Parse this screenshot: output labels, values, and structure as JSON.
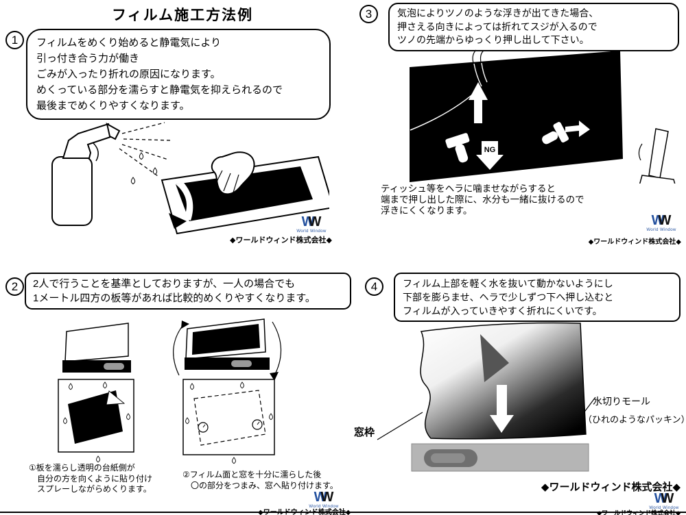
{
  "title": "フィルム施工方法例",
  "branding": {
    "logo_w": "W",
    "logo_subtext": "World Window",
    "company": "◆ワールドウィンド株式会社◆",
    "logo_blue": "#24519f",
    "ink": "#000000"
  },
  "steps": {
    "step1": {
      "number": "1",
      "bubble": [
        "フィルムをめくり始めると静電気により",
        "引っ付き合う力が働き",
        "ごみが入ったり折れの原因になります。",
        "めくっている部分を濡らすと静電気を抑えられるので",
        "最後までめくりやすくなります。"
      ]
    },
    "step2": {
      "number": "2",
      "bubble": [
        "2人で行うことを基準としておりますが、一人の場合でも",
        "1メートル四方の板等があれば比較的めくりやすくなります。"
      ],
      "caption_left": [
        "①板を濡らし透明の台紙側が",
        "　自分の方を向くように貼り付け",
        "　スプレーしながらめくります。"
      ],
      "caption_right": [
        "②フィルム面と窓を十分に濡らした後",
        "　〇の部分をつまみ、窓へ貼り付けます。"
      ]
    },
    "step3": {
      "number": "3",
      "bubble": [
        "気泡によりツノのような浮きが出てきた場合、",
        "押さえる向きによっては折れてスジが入るので",
        "ツノの先端からゆっくり押し出して下さい。"
      ],
      "ng_label": "NG",
      "note": [
        "ティッシュ等をヘラに噛ませながらすると",
        "端まで押し出した際に、水分も一緒に抜けるので",
        "浮きにくくなります。"
      ]
    },
    "step4": {
      "number": "4",
      "bubble": [
        "フィルム上部を軽く水を抜いて動かないようにし",
        "下部を膨らませ、ヘラで少しずつ下へ押し込むと",
        "フィルムが入っていきやすく折れにくいです。"
      ],
      "label_window_frame": "窓枠",
      "label_molding": "水切りモール",
      "label_packing": "（ひれのようなパッキン）"
    }
  }
}
